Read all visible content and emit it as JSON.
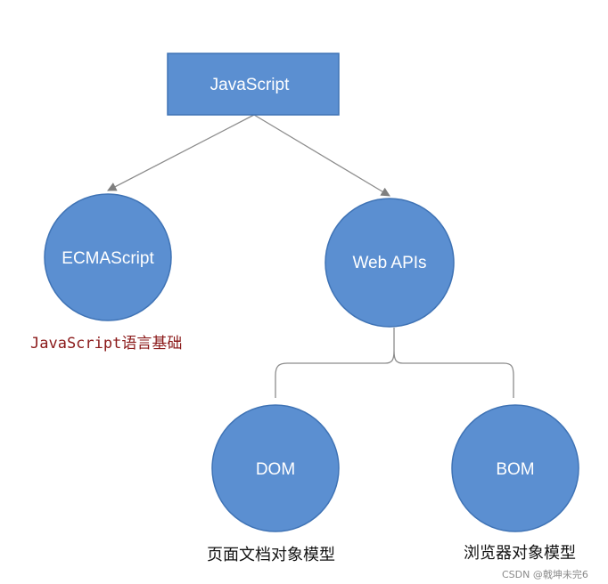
{
  "nodes": {
    "javascript": "JavaScript",
    "ecmascript": "ECMAScript",
    "web_apis": "Web APIs",
    "dom": "DOM",
    "bom": "BOM"
  },
  "captions": {
    "ecmascript": "JavaScript语言基础",
    "dom": "页面文档对象模型",
    "bom": "浏览器对象模型"
  },
  "watermark": "CSDN @戟坤未完6",
  "colors": {
    "node_fill": "#5b8fd1",
    "node_stroke": "#3f73b5",
    "connector": "#8c8c8c",
    "caption_accent": "#8b1a1a"
  }
}
